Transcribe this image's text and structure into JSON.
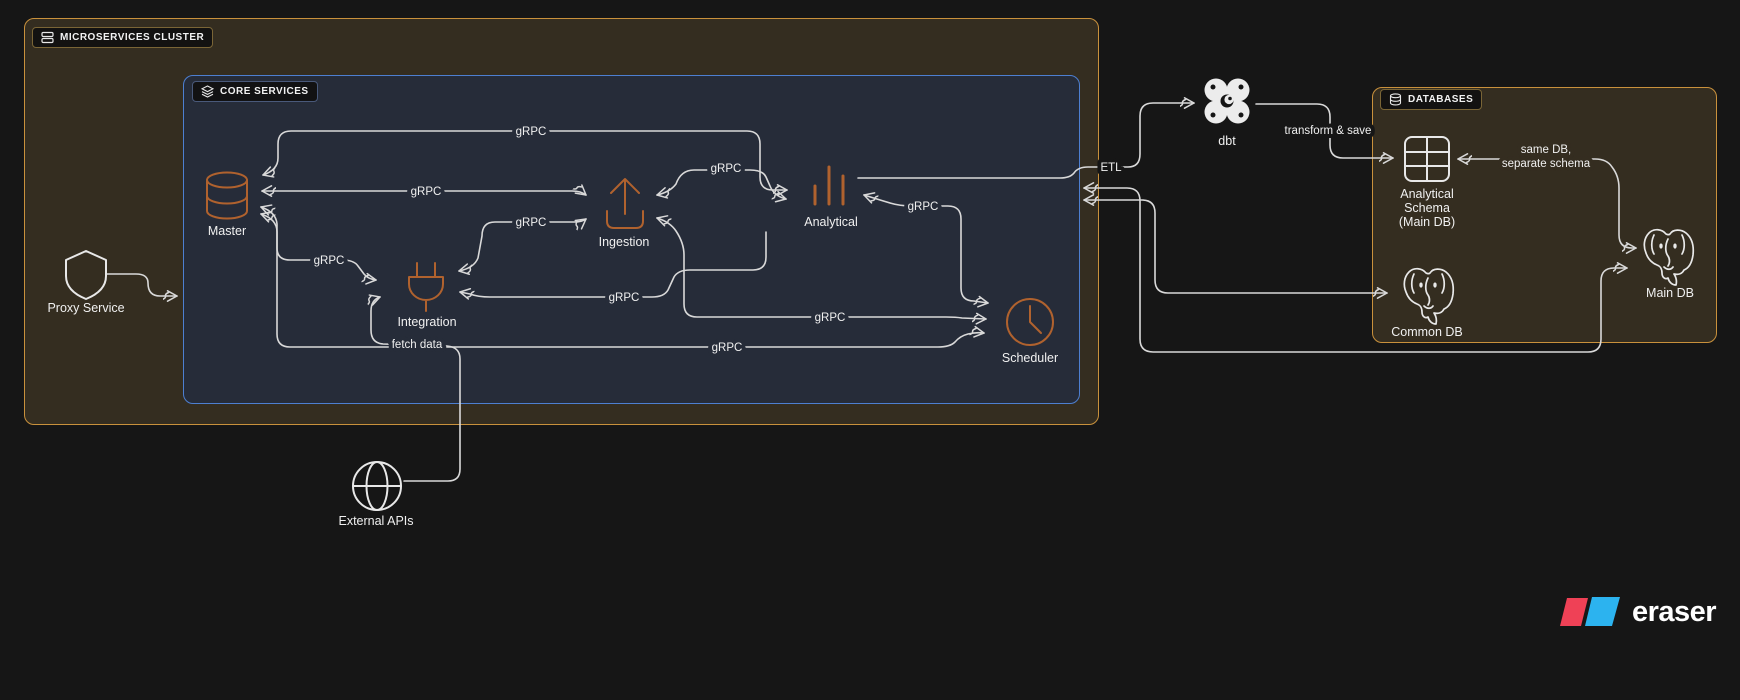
{
  "canvas": {
    "bg": "#161616"
  },
  "containers": [
    {
      "label": "MICROSERVICES CLUSTER",
      "icon": "server-icon",
      "border_color": "#c9913c"
    },
    {
      "label": "CORE SERVICES",
      "icon": "layers-icon",
      "border_color": "#4d7fd1"
    },
    {
      "label": "DATABASES",
      "icon": "database-icon",
      "border_color": "#c9913c"
    }
  ],
  "nodes": [
    {
      "label": "Proxy Service",
      "icon": "shield-icon",
      "icon_color": "#e8e8e8"
    },
    {
      "label": "Master",
      "icon": "database-cylinder-icon",
      "icon_color": "#b0622e"
    },
    {
      "label": "Integration",
      "icon": "plug-icon",
      "icon_color": "#b0622e"
    },
    {
      "label": "Ingestion",
      "icon": "upload-icon",
      "icon_color": "#b0622e"
    },
    {
      "label": "Analytical",
      "icon": "bar-chart-icon",
      "icon_color": "#b0622e"
    },
    {
      "label": "Scheduler",
      "icon": "clock-icon",
      "icon_color": "#b0622e"
    },
    {
      "label": "External APIs",
      "icon": "globe-icon",
      "icon_color": "#e8e8e8"
    },
    {
      "label": "dbt",
      "icon": "dbt-logo-icon",
      "icon_color": "#ececec"
    },
    {
      "label": "Analytical Schema (Main DB)",
      "label_lines": [
        "Analytical",
        "Schema",
        "(Main DB)"
      ],
      "icon": "table-grid-icon",
      "icon_color": "#e8e8e8"
    },
    {
      "label": "Common DB",
      "icon": "postgresql-icon",
      "icon_color": "#e8e8e8"
    },
    {
      "label": "Main DB",
      "icon": "postgresql-icon",
      "icon_color": "#e8e8e8"
    }
  ],
  "edges": [
    {
      "from": "Proxy Service",
      "to": "Core Services",
      "label": ""
    },
    {
      "from": "Master",
      "to": "Analytical",
      "label": "gRPC"
    },
    {
      "from": "Master",
      "to": "Ingestion",
      "label": "gRPC"
    },
    {
      "from": "Integration",
      "to": "Ingestion",
      "label": "gRPC"
    },
    {
      "from": "Ingestion",
      "to": "Analytical",
      "label": "gRPC"
    },
    {
      "from": "Master",
      "to": "Integration",
      "label": "gRPC"
    },
    {
      "from": "Analytical",
      "to": "Integration",
      "label": "gRPC"
    },
    {
      "from": "Analytical",
      "to": "Scheduler",
      "label": "gRPC"
    },
    {
      "from": "Ingestion",
      "to": "Scheduler",
      "label": "gRPC"
    },
    {
      "from": "Master",
      "to": "Scheduler",
      "label": "gRPC"
    },
    {
      "from": "External APIs",
      "to": "Integration",
      "label": "fetch data"
    },
    {
      "from": "Analytical",
      "to": "dbt",
      "label": "ETL"
    },
    {
      "from": "dbt",
      "to": "Analytical Schema (Main DB)",
      "label": "transform & save"
    },
    {
      "from": "Analytical Schema (Main DB)",
      "to": "Main DB",
      "label": "same DB, separate schema",
      "label_lines": [
        "same DB,",
        "separate schema"
      ]
    },
    {
      "from": "Analytical",
      "to": "Main DB",
      "label": ""
    },
    {
      "from": "Analytical",
      "to": "Common DB",
      "label": ""
    }
  ],
  "colors": {
    "page_bg": "#161616",
    "cluster_bg": "#342d20",
    "core_bg": "#262c39",
    "db_bg": "#342d20",
    "gold_border": "#c9913c",
    "blue_border": "#4d7fd1",
    "edge_line": "#d9d9d9",
    "icon_orange": "#b0622e",
    "icon_white": "#e8e8e8",
    "logo_red": "#ef4156",
    "logo_blue": "#2cb3ef"
  },
  "logo": {
    "text": "eraser"
  }
}
